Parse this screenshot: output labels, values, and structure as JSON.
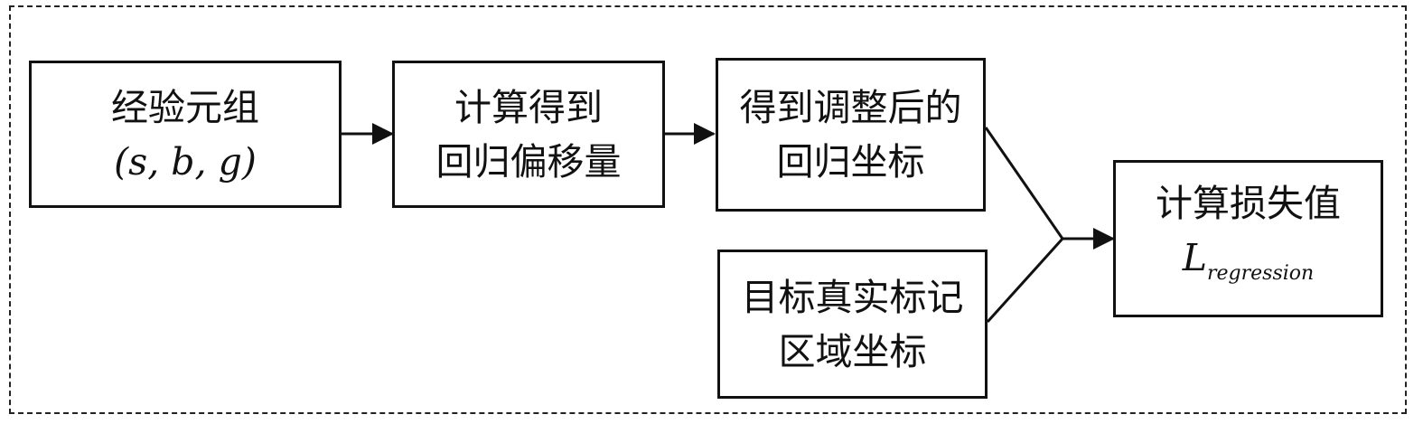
{
  "nodes": {
    "tuple": {
      "line1": "经验元组",
      "line2": "(s, b, g)"
    },
    "offset": {
      "line1": "计算得到",
      "line2": "回归偏移量"
    },
    "adjusted": {
      "line1": "得到调整后的",
      "line2": "回归坐标"
    },
    "truth": {
      "line1": "目标真实标记",
      "line2": "区域坐标"
    },
    "loss": {
      "line1": "计算损失值",
      "symbol": "L",
      "subscript": "regression"
    }
  },
  "colors": {
    "stroke": "#111111",
    "frame": "#222222"
  }
}
